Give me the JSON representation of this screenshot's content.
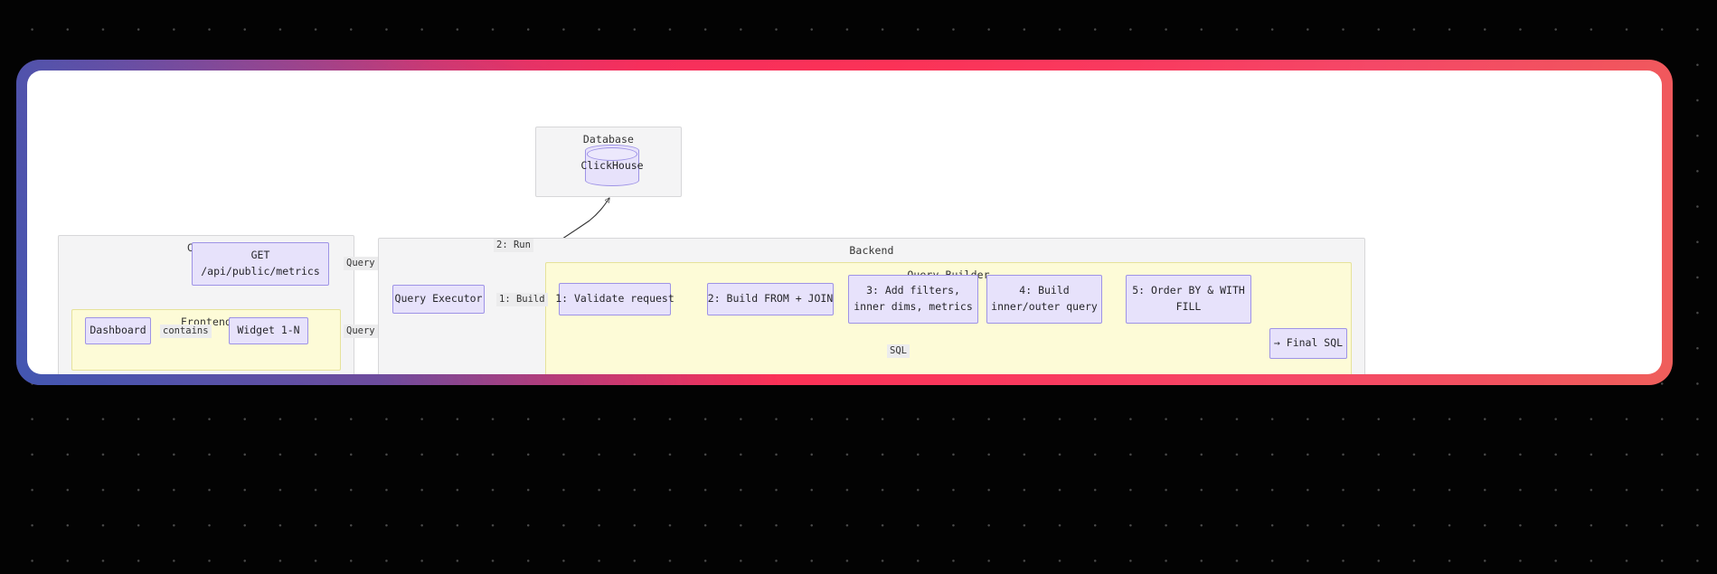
{
  "theme": {
    "page_background": "#030303",
    "dot_color": "#4a4a4a",
    "card_background": "#ffffff",
    "frame_gradient_start": "#5d53a8",
    "frame_gradient_mid": "#f62f5c",
    "frame_gradient_end": "#ef5f5b",
    "frame_gradient_blue": "#3a58b4",
    "cluster_gray_fill": "#f4f4f5",
    "cluster_gray_border": "#d7d7d9",
    "cluster_yellow_fill": "#fdfbd7",
    "cluster_yellow_border": "#e6e29a",
    "node_fill": "#e7e2fb",
    "node_border": "#9e93e6",
    "text_color": "#26262b",
    "edge_color": "#333333",
    "edge_label_background": "#ececed"
  },
  "diagram": {
    "type": "flowchart",
    "clusters": [
      {
        "id": "client",
        "label": "Client"
      },
      {
        "id": "frontend",
        "label": "Frontend"
      },
      {
        "id": "database",
        "label": "Database"
      },
      {
        "id": "backend",
        "label": "Backend"
      },
      {
        "id": "query_builder",
        "label": "Query Builder"
      }
    ],
    "nodes": [
      {
        "id": "api_endpoint",
        "line1": "GET",
        "line2": "/api/public/metrics",
        "shape": "rect"
      },
      {
        "id": "dashboard",
        "line1": "Dashboard",
        "line2": "",
        "shape": "rect"
      },
      {
        "id": "widget",
        "line1": "Widget 1-N",
        "line2": "",
        "shape": "rect"
      },
      {
        "id": "clickhouse",
        "line1": "ClickHouse",
        "line2": "",
        "shape": "cylinder"
      },
      {
        "id": "query_executor",
        "line1": "Query Executor",
        "line2": "",
        "shape": "rect"
      },
      {
        "id": "step1",
        "line1": "1: Validate request",
        "line2": "",
        "shape": "rect"
      },
      {
        "id": "step2",
        "line1": "2: Build FROM + JOIN",
        "line2": "",
        "shape": "rect"
      },
      {
        "id": "step3",
        "line1": "3: Add filters,",
        "line2": "inner dims, metrics",
        "shape": "rect"
      },
      {
        "id": "step4",
        "line1": "4: Build",
        "line2": "inner/outer query",
        "shape": "rect"
      },
      {
        "id": "step5",
        "line1": "5: Order BY & WITH",
        "line2": "FILL",
        "shape": "rect"
      },
      {
        "id": "final_sql",
        "line1": "→ Final SQL",
        "line2": "",
        "shape": "rect"
      }
    ],
    "edge_labels": [
      {
        "id": "edge_query_top",
        "text": "Query"
      },
      {
        "id": "edge_query_bottom",
        "text": "Query"
      },
      {
        "id": "edge_contains",
        "text": "contains"
      },
      {
        "id": "edge_run",
        "text": "2: Run"
      },
      {
        "id": "edge_build",
        "text": "1: Build"
      },
      {
        "id": "edge_sql",
        "text": "SQL"
      }
    ]
  }
}
